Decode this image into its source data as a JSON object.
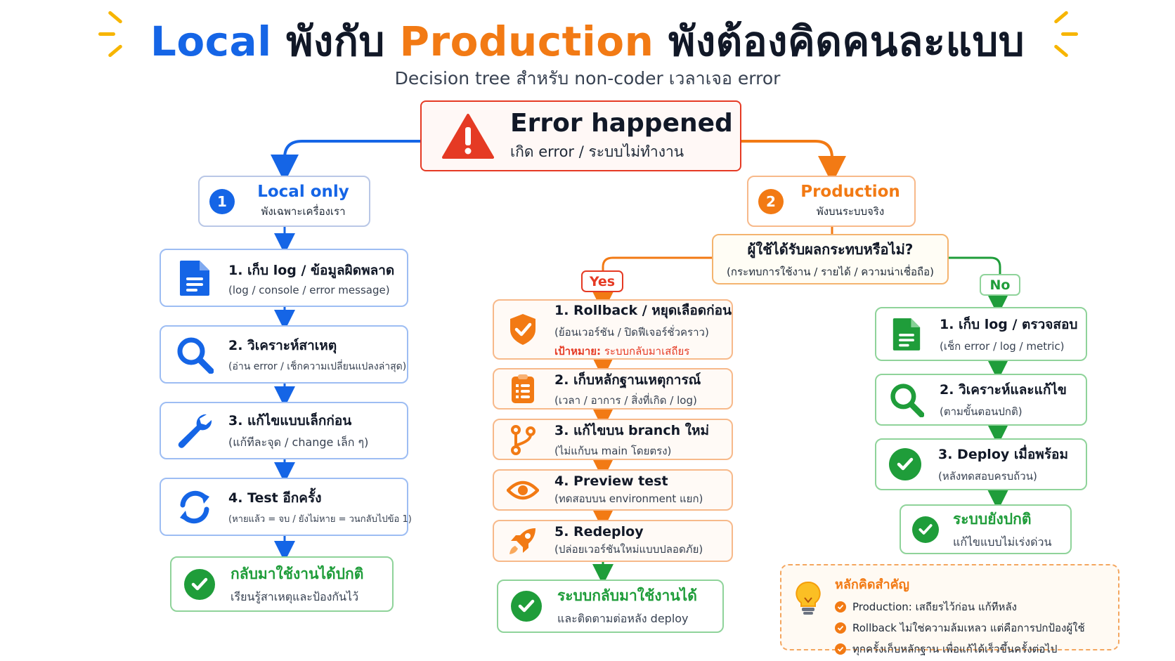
{
  "title": {
    "part1": "Local",
    "part2": "พังกับ",
    "part3": "Production",
    "part4": "พังต้องคิดคนละแบบ"
  },
  "subtitle": "Decision tree สำหรับ non-coder เวลาเจอ error",
  "root": {
    "title": "Error happened",
    "subtitle": "เกิด error / ระบบไม่ทำงาน"
  },
  "local": {
    "number": "1",
    "title": "Local only",
    "subtitle": "พังเฉพาะเครื่องเรา",
    "steps": [
      {
        "title": "1. เก็บ log / ข้อมูลผิดพลาด",
        "subtitle": "(log / console / error message)"
      },
      {
        "title": "2. วิเคราะห์สาเหตุ",
        "subtitle": "(อ่าน error / เช็กความเปลี่ยนแปลงล่าสุด)"
      },
      {
        "title": "3. แก้ไขแบบเล็กก่อน",
        "subtitle": "(แก้ทีละจุด / change เล็ก ๆ)"
      },
      {
        "title": "4. Test อีกครั้ง",
        "subtitle": "(หายแล้ว = จบ / ยังไม่หาย = วนกลับไปข้อ 1)"
      }
    ],
    "result": {
      "title": "กลับมาใช้งานได้ปกติ",
      "subtitle": "เรียนรู้สาเหตุและป้องกันไว้"
    }
  },
  "production": {
    "number": "2",
    "title": "Production",
    "subtitle": "พังบนระบบจริง",
    "question": {
      "title": "ผู้ใช้ได้รับผลกระทบหรือไม่?",
      "subtitle": "(กระทบการใช้งาน / รายได้ / ความน่าเชื่อถือ)"
    },
    "yes": {
      "label": "Yes",
      "steps": [
        {
          "title": "1. Rollback / หยุดเลือดก่อน",
          "subtitle": "(ย้อนเวอร์ชัน / ปิดฟีเจอร์ชั่วคราว)",
          "goal_label": "เป้าหมาย:",
          "goal": "ระบบกลับมาเสถียร"
        },
        {
          "title": "2. เก็บหลักฐานเหตุการณ์",
          "subtitle": "(เวลา / อาการ / สิ่งที่เกิด / log)"
        },
        {
          "title": "3. แก้ไขบน branch ใหม่",
          "subtitle": "(ไม่แก้บน main โดยตรง)"
        },
        {
          "title": "4. Preview test",
          "subtitle": "(ทดสอบบน environment แยก)"
        },
        {
          "title": "5. Redeploy",
          "subtitle": "(ปล่อยเวอร์ชันใหม่แบบปลอดภัย)"
        }
      ],
      "result": {
        "title": "ระบบกลับมาใช้งานได้",
        "subtitle": "และติดตามต่อหลัง deploy"
      }
    },
    "no": {
      "label": "No",
      "steps": [
        {
          "title": "1. เก็บ log / ตรวจสอบ",
          "subtitle": "(เช็ก error / log / metric)"
        },
        {
          "title": "2. วิเคราะห์และแก้ไข",
          "subtitle": "(ตามขั้นตอนปกติ)"
        },
        {
          "title": "3. Deploy เมื่อพร้อม",
          "subtitle": "(หลังทดสอบครบถ้วน)"
        }
      ],
      "result": {
        "title": "ระบบยังปกติ",
        "subtitle": "แก้ไขแบบไม่เร่งด่วน"
      }
    }
  },
  "tips": {
    "title": "หลักคิดสำคัญ",
    "items": [
      "Production: เสถียรไว้ก่อน แก้ทีหลัง",
      "Rollback ไม่ใช่ความล้มเหลว แต่คือการปกป้องผู้ใช้",
      "ทุกครั้งเก็บหลักฐาน เพื่อแก้ได้เร็วขึ้นครั้งต่อไป"
    ]
  },
  "colors": {
    "blue": "#1565e6",
    "orange": "#f27a14",
    "green": "#1f9d3a",
    "red": "#e53a24"
  },
  "icons": [
    "warning-icon",
    "document-icon",
    "magnifier-icon",
    "wrench-icon",
    "refresh-icon",
    "check-circle-icon",
    "shield-icon",
    "clipboard-icon",
    "branch-icon",
    "eye-icon",
    "rocket-icon",
    "lightbulb-icon"
  ]
}
